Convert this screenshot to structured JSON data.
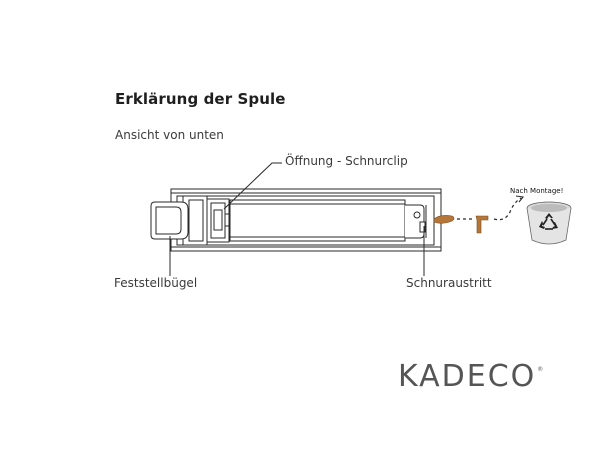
{
  "title": "Erklärung der Spule",
  "subtitle": "Ansicht von unten",
  "labels": {
    "schnurclip": "Öffnung - Schnurclip",
    "feststellbuegel": "Feststellbügel",
    "schnuraustritt": "Schnuraustritt",
    "nach_montage": "Nach Montage!"
  },
  "logo": {
    "text": "KADECO",
    "registered_mark": "®"
  },
  "icons": {
    "clip": "cord-clip-icon",
    "bracket": "bracket-icon",
    "bin": "recycle-bin-icon"
  },
  "colors": {
    "clip_brown": "#b5763a",
    "line": "#2a2a2a",
    "logo": "#555555"
  }
}
